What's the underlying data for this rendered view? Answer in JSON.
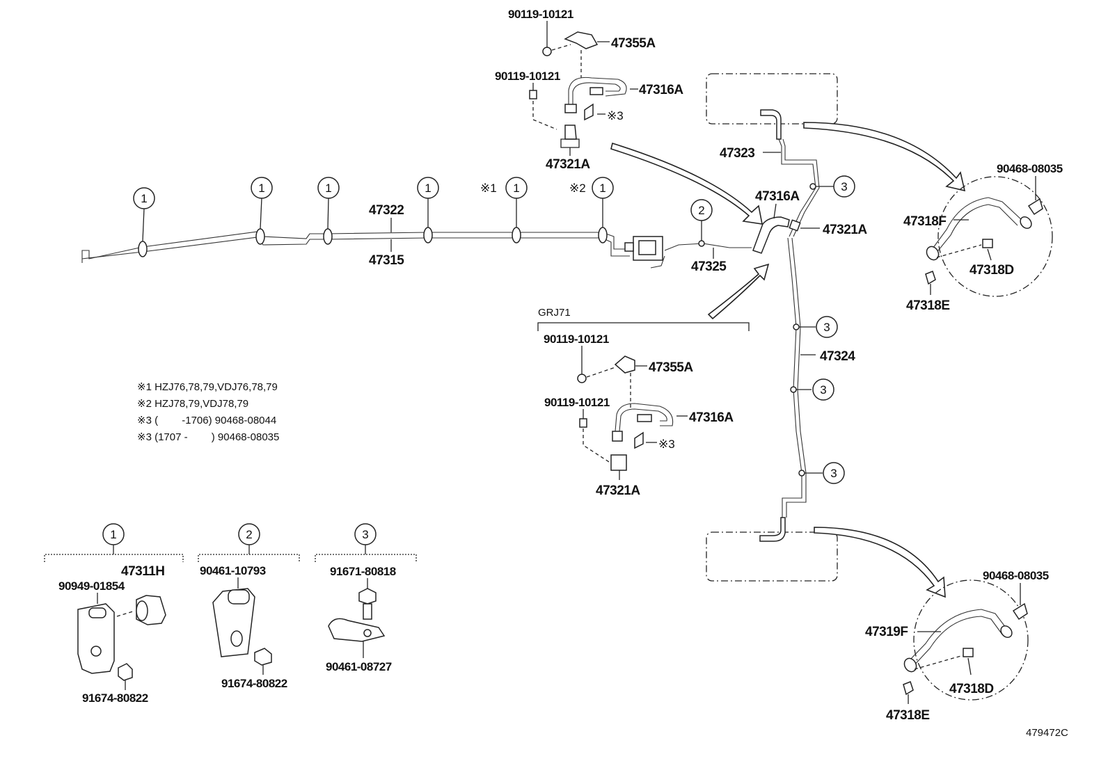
{
  "labels": {
    "p47355A_top": "47355A",
    "p90119_top1": "90119-10121",
    "p90119_top2": "90119-10121",
    "p47316A_top": "47316A",
    "p47321A_top": "47321A",
    "note3_top": "※3",
    "p47322": "47322",
    "p47315": "47315",
    "p47325": "47325",
    "p47323": "47323",
    "p47316A_mid": "47316A",
    "p47321A_mid": "47321A",
    "p47324": "47324",
    "grj71": "GRJ71",
    "p90119_grj1": "90119-10121",
    "p47355A_grj": "47355A",
    "p90119_grj2": "90119-10121",
    "p47316A_grj": "47316A",
    "note3_grj": "※3",
    "p47321A_grj": "47321A",
    "p90468_r1": "90468-08035",
    "p47318F": "47318F",
    "p47318D_1": "47318D",
    "p47318E_1": "47318E",
    "p90468_r2": "90468-08035",
    "p47319F": "47319F",
    "p47318D_2": "47318D",
    "p47318E_2": "47318E",
    "p47311H": "47311H",
    "p90949": "90949-01854",
    "p91674_a": "91674-80822",
    "p90461_10793": "90461-10793",
    "p91674_b": "91674-80822",
    "p91671": "91671-80818",
    "p90461_08727": "90461-08727",
    "diagram_id": "479472C"
  },
  "callouts": {
    "one": "1",
    "two": "2",
    "three": "3",
    "mark1": "※1",
    "mark2": "※2"
  },
  "notes": [
    "※1 HZJ76,78,79,VDJ76,78,79",
    "※2 HZJ78,79,VDJ78,79",
    "※3 (　　 -1706) 90468-08044",
    "※3 (1707 -　　 ) 90468-08035"
  ]
}
